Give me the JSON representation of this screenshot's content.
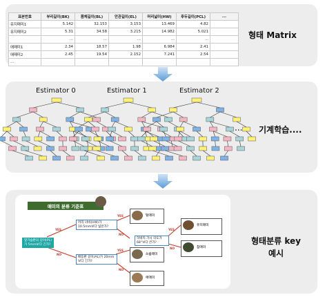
{
  "matrix": {
    "headers": [
      "표본번호",
      "부리길이(BK)",
      "몸체길이(BL)",
      "안관길이(EL)",
      "머리넓이(HW)",
      "후두길이(PCL)",
      "..."
    ],
    "rows": [
      [
        "유지매미1",
        "5.142",
        "32.153",
        "3.153",
        "13.469",
        "4.82",
        ""
      ],
      [
        "유지매미2",
        "5.31",
        "34.58",
        "3.215",
        "14.982",
        "5.021",
        ""
      ],
      [
        "",
        "...",
        "...",
        "...",
        "...",
        "...",
        ""
      ],
      [
        "애매미1",
        "2.34",
        "18.57",
        "1.98",
        "6.984",
        "2.41",
        ""
      ],
      [
        "애매미2",
        "2.45",
        "19.54",
        "2.152",
        "7.241",
        "2.54",
        ""
      ],
      [
        "...",
        "",
        "",
        "",
        "",
        "",
        ""
      ]
    ],
    "label": "형태 Matrix"
  },
  "estimators": {
    "titles": [
      "Estimator 0",
      "Estimator 1",
      "Estimator 2"
    ],
    "ellipsis": "...",
    "label": "기계학습...."
  },
  "key": {
    "title": "매미의 분류 기준표",
    "root_question": "앞가슴판의 길이(PL)가 5mm보다 긴가?",
    "q_upper": "머리 너비(HW)가 10.5mm보다 넓은가?",
    "q_lower": "배등판 길이(AL)가 20mm보다 긴가?",
    "q_right": "허벅지 가시 각도가 68°보다 큰가?",
    "results": [
      "털매미",
      "쓰름매미",
      "애매미",
      "유지매미",
      "참매미"
    ],
    "yes": "YES",
    "no": "NO",
    "label_line1": "형태분류 key",
    "label_line2": "예시"
  },
  "colors": {
    "arrow": "#5b9bd5",
    "panel": "#ededed",
    "yellow": "#fff176",
    "blue": "#7fb2e5",
    "pink": "#f4b6c2",
    "teal": "#a8d5d9",
    "green_title": "#3e6b2e"
  }
}
